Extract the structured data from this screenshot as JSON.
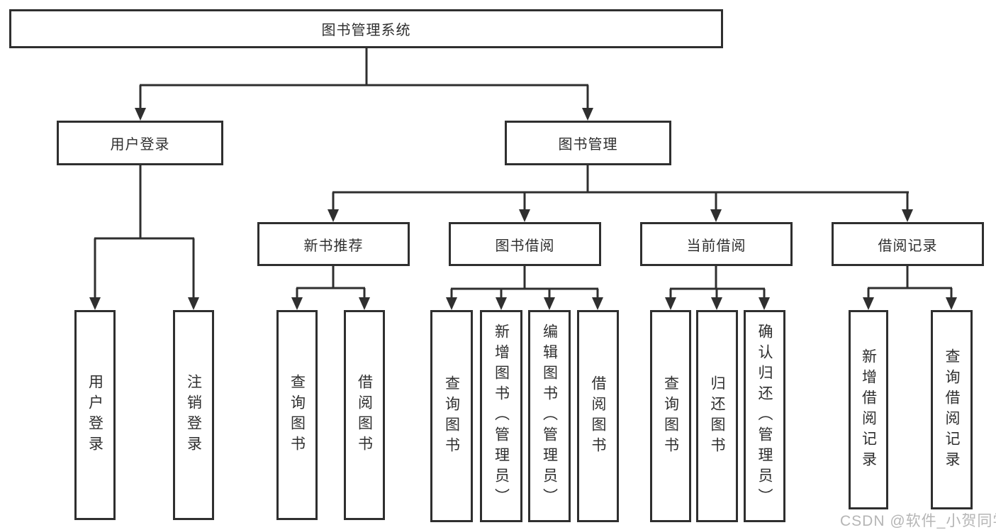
{
  "diagram": {
    "root_label": "图书管理系统",
    "user_login": {
      "label": "用户登录",
      "children": [
        "用户登录",
        "注销登录"
      ]
    },
    "book_management": {
      "label": "图书管理",
      "sections": [
        {
          "label": "新书推荐",
          "children": [
            "查询图书",
            "借阅图书"
          ]
        },
        {
          "label": "图书借阅",
          "children": [
            "查询图书",
            "新增图书（管理员）",
            "编辑图书（管理员）",
            "借阅图书"
          ]
        },
        {
          "label": "当前借阅",
          "children": [
            "查询图书",
            "归还图书",
            "确认归还（管理员）"
          ]
        },
        {
          "label": "借阅记录",
          "children": [
            "新增借阅记录",
            "查询借阅记录"
          ]
        }
      ]
    }
  },
  "watermark": "CSDN @软件_小贺同学",
  "colors": {
    "line": "#2f2f2f",
    "box_border": "#2f2f2f",
    "text": "#2f2f2f",
    "watermark": "#b5b5b5",
    "background": "#ffffff"
  }
}
